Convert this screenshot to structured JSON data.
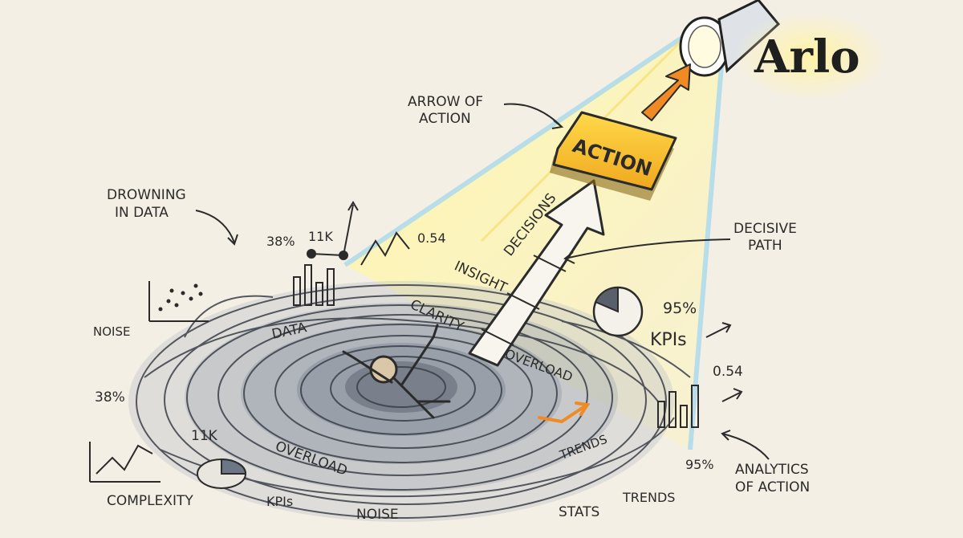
{
  "brand": {
    "name": "Arlo",
    "glow_color": "#fff3a6"
  },
  "callouts": {
    "arrow_of_action": [
      "ARROW OF",
      "ACTION"
    ],
    "drowning_in_data": [
      "DROWNING",
      "IN DATA"
    ],
    "decisive_path": [
      "DECISIVE",
      "PATH"
    ],
    "analytics_of_action": [
      "ANALYTICS",
      "OF ACTION"
    ]
  },
  "action_button": {
    "label": "ACTION",
    "color": "#f7c52f"
  },
  "arrow_steps": [
    "CLARITY",
    "INSIGHT",
    "DECISIONS"
  ],
  "vortex_words": {
    "data": "DATA",
    "overload_center": "OVERLOAD",
    "overload_bottom": "OVERLOAD",
    "trends_inner": "TRENDS",
    "kpis_bottom": "KPIs",
    "noise_bottom": "NOISE"
  },
  "left_labels": {
    "noise": "NOISE",
    "pct": "38%",
    "count": "11K",
    "complexity": "COMPLEXITY"
  },
  "top_stats": {
    "pct": "38%",
    "count": "11K",
    "value": "0.54"
  },
  "right_labels": {
    "pct": "95%",
    "kpis": "KPIs",
    "value": "0.54",
    "pct_small": "95%",
    "trends": "TRENDS",
    "stats": "STATS"
  },
  "colors": {
    "spotlight_yellow": "#fff6a8",
    "spotlight_blue": "#a7d8ee",
    "vortex_ink": "#3a3f48",
    "vortex_wash": "#9aa3b0",
    "arrow_fill": "#f8f5ee",
    "accent_orange": "#f08a24"
  }
}
